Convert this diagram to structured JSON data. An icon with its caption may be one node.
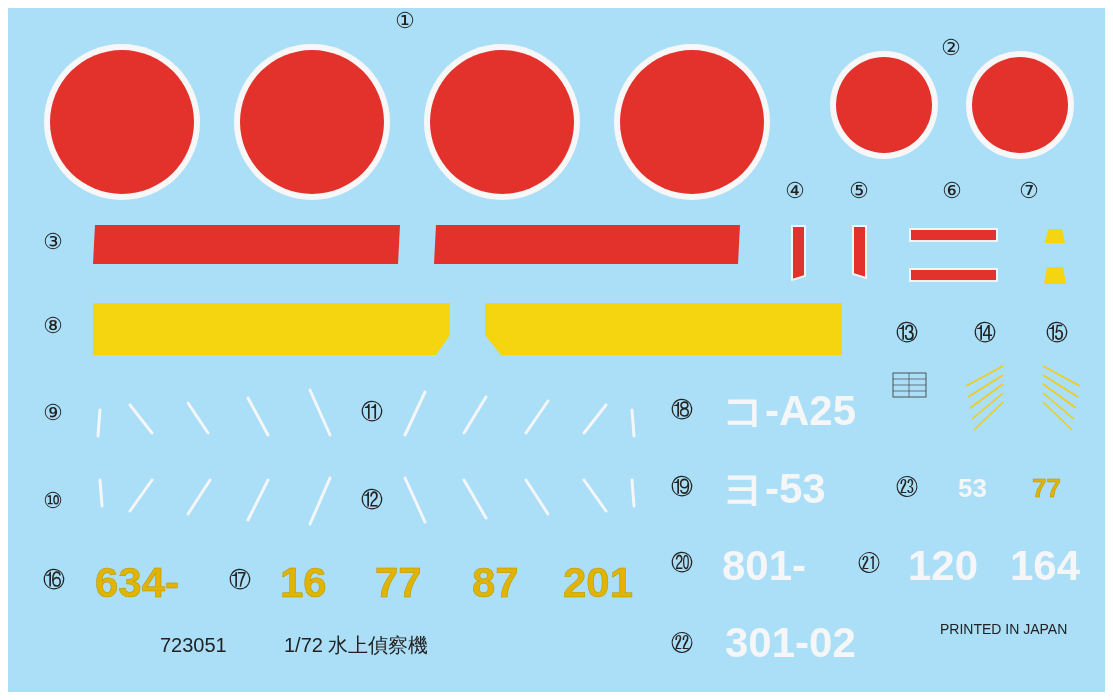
{
  "diagram": {
    "labels": [
      "①",
      "②",
      "③",
      "④",
      "⑤",
      "⑥",
      "⑦",
      "⑧",
      "⑬",
      "⑭",
      "⑮",
      "⑨",
      "⑪",
      "⑱",
      "コ-A25",
      "⑩",
      "⑫",
      "⑲",
      "ヨ-53",
      "㉓",
      "53",
      "77",
      "⑯",
      "634-",
      "⑰",
      "16",
      "77",
      "87",
      "201",
      "⑳",
      "801-",
      "㉑",
      "120",
      "164",
      "723051",
      "1/72 水上偵察機",
      "㉒",
      "301-02",
      "PRINTED IN JAPAN"
    ]
  }
}
